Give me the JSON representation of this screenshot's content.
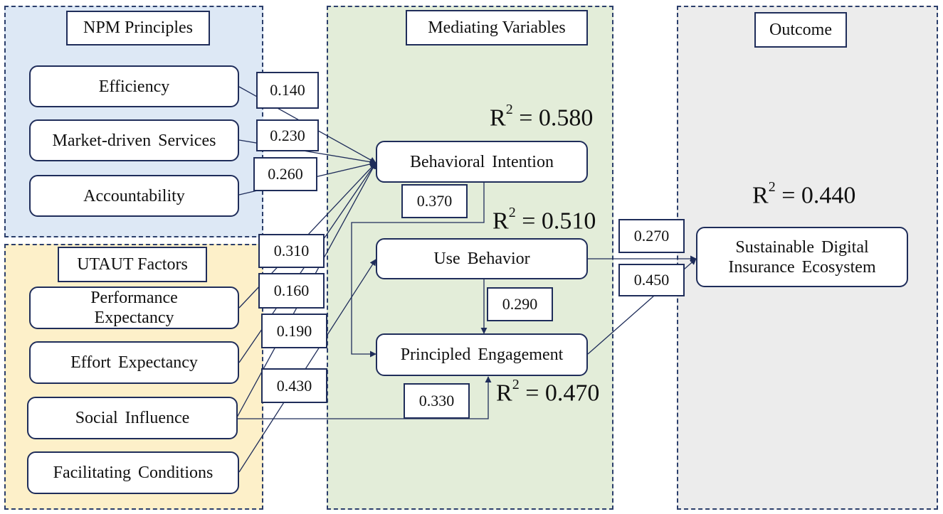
{
  "panels": {
    "npm": "NPM Principles",
    "utaut": "UTAUT Factors",
    "mediating": "Mediating Variables",
    "outcome": "Outcome"
  },
  "nodes": {
    "efficiency": "Efficiency",
    "market_driven": "Market-driven Services",
    "accountability": "Accountability",
    "performance_expectancy": "Performance Expectancy",
    "effort_expectancy": "Effort Expectancy",
    "social_influence": "Social Influence",
    "facilitating_conditions": "Facilitating Conditions",
    "behavioral_intention": "Behavioral Intention",
    "use_behavior": "Use Behavior",
    "principled_engagement": "Principled Engagement",
    "sustainable_ecosystem": "Sustainable Digital Insurance Ecosystem"
  },
  "coefficients": {
    "efficiency_bi": "0.140",
    "market_bi": "0.230",
    "accountability_bi": "0.260",
    "pe_bi": "0.310",
    "ee_bi": "0.160",
    "si_bi": "0.190",
    "fc_ub": "0.430",
    "bi_pe": "0.370",
    "ub_pe": "0.290",
    "si_pe": "0.330",
    "ub_outcome": "0.270",
    "pe_outcome": "0.450"
  },
  "r_squared": {
    "label": "R",
    "exponent": "2",
    "behavioral_intention": "= 0.580",
    "use_behavior": "= 0.510",
    "principled_engagement": "= 0.470",
    "outcome": "= 0.440"
  },
  "colors": {
    "line": "#1f2d5a",
    "npm_bg": "#dde8f5",
    "utaut_bg": "#fdf0c9",
    "mediating_bg": "#e3edd9",
    "outcome_bg": "#ececec"
  }
}
